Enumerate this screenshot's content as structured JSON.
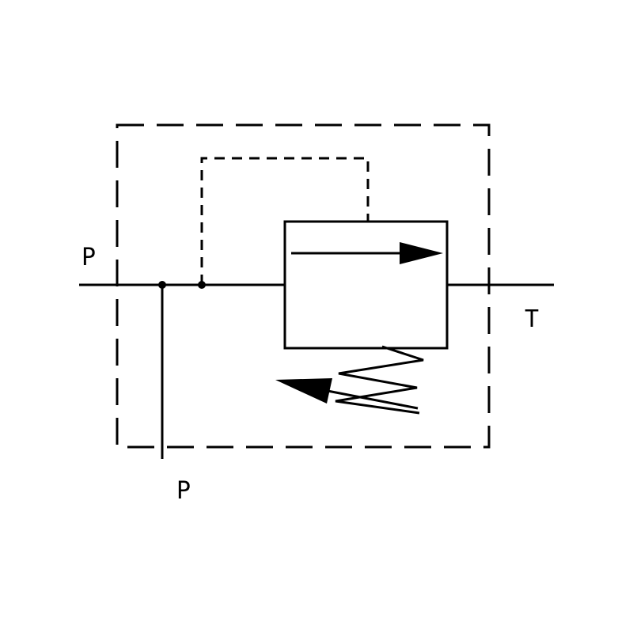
{
  "diagram": {
    "kind": "hydraulic-pressure-relief-valve-schematic",
    "labels": {
      "port_left": "P",
      "port_right": "T",
      "port_bottom": "P"
    },
    "colors": {
      "line": "#000000",
      "background": "#ffffff"
    }
  }
}
